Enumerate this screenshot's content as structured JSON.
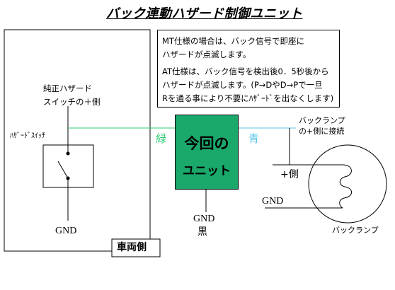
{
  "title": "バック連動ハザード制御ユニット",
  "note": {
    "mt_line1": "MT仕様の場合は、バック信号で即座に",
    "mt_line2": "ハザードが点滅します。",
    "at_line1": "AT仕様は、バック信号を検出後0．5秒後から",
    "at_line2": "ハザードが点滅します。(P→DやD→Pで一旦",
    "at_line3": "Rを通る事により不要にﾊｻﾞｰﾄﾞを出なくします)"
  },
  "vehicle": {
    "label": "車両側",
    "switch_caption_line1": "純正ハザード",
    "switch_caption_line2": "スイッチの＋側",
    "switch_label": "ﾊｻﾞｰﾄﾞｽｲｯﾁ",
    "gnd_label": "GND"
  },
  "unit": {
    "line1": "今回の",
    "line2": "ユニット",
    "left_wire": "緑",
    "right_wire": "青",
    "gnd_label": "GND",
    "gnd_color": "黒"
  },
  "lamp": {
    "connect_line1": "バックランプ",
    "connect_line2": "の+側に接続",
    "plus_label": "+側",
    "gnd_label": "GND",
    "name": "バックランプ"
  },
  "colors": {
    "unit_fill": "#1aa86b",
    "green_wire": "#2ecc71",
    "blue_wire": "#5bc8e8"
  }
}
